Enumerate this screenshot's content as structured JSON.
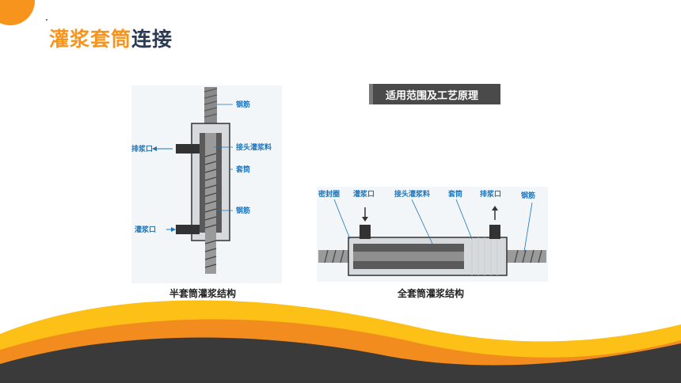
{
  "slide": {
    "title_orange": "灌浆套筒",
    "title_dark": "连接",
    "badge": "适用范围及工艺原理",
    "left_figure": {
      "caption": "半套筒灌浆结构",
      "labels": {
        "rebar_top": "钢筋",
        "outlet": "排浆口",
        "grout": "接头灌浆料",
        "sleeve": "套筒",
        "rebar_bottom": "钢筋",
        "inlet": "灌浆口"
      }
    },
    "right_figure": {
      "caption": "全套筒灌浆结构",
      "labels": {
        "seal": "密封圈",
        "inlet": "灌浆口",
        "grout": "接头灌浆料",
        "sleeve": "套筒",
        "outlet": "排浆口",
        "rebar": "钢筋"
      }
    },
    "colors": {
      "accent": "#f7941d",
      "title_dark": "#2b3a55",
      "label_blue": "#1b75bb",
      "badge_bg": "#4a4a4a"
    }
  }
}
